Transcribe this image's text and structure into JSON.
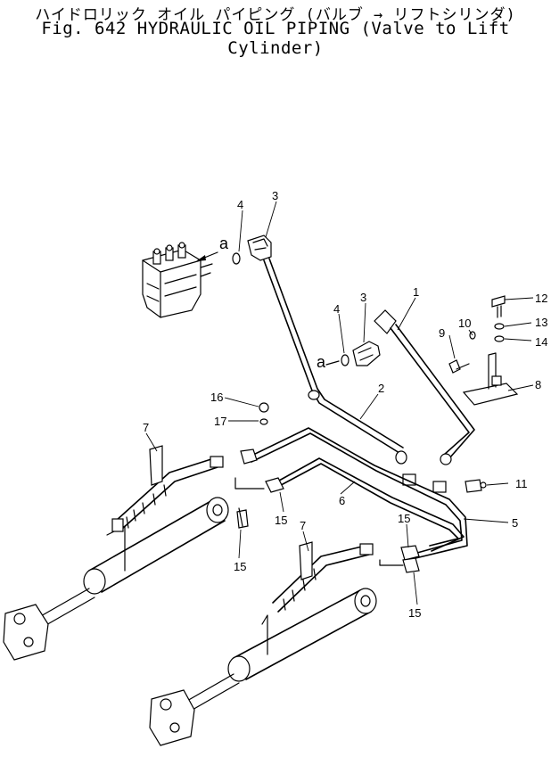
{
  "header": {
    "title_jp": "ハイドロリック オイル パイピング (バルブ → リフトシリンダ)",
    "title_en": "Fig. 642 HYDRAULIC OIL PIPING (Valve to Lift Cylinder)"
  },
  "callouts": {
    "c1": "1",
    "c2": "2",
    "c3a": "3",
    "c3b": "3",
    "c4a": "4",
    "c4b": "4",
    "c5": "5",
    "c6": "6",
    "c7a": "7",
    "c7b": "7",
    "c8": "8",
    "c9": "9",
    "c10": "10",
    "c11": "11",
    "c12": "12",
    "c13": "13",
    "c14": "14",
    "c15a": "15",
    "c15b": "15",
    "c15c": "15",
    "c15d": "15",
    "c16": "16",
    "c17": "17"
  },
  "connection_marks": {
    "a1": "a",
    "a2": "a"
  }
}
